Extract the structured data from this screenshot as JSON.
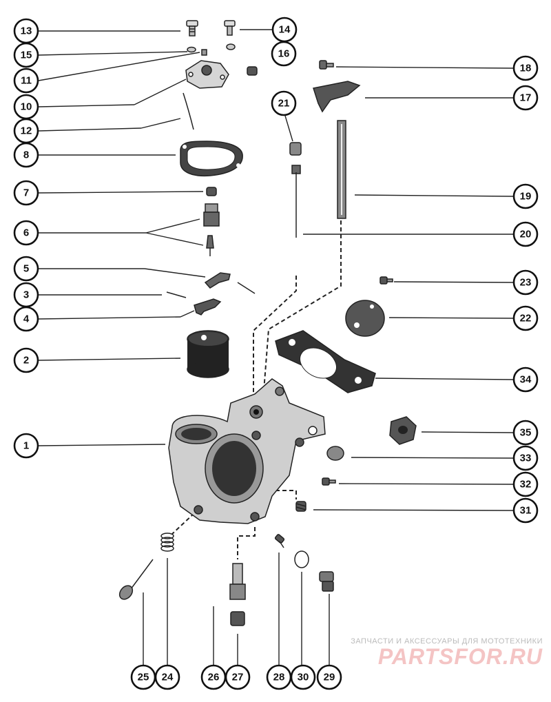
{
  "watermark": {
    "subtitle": "ЗАПЧАСТИ И АКСЕССУАРЫ ДЛЯ МОТОТЕХНИКИ",
    "logo": "PARTSFOR.RU"
  },
  "callouts": [
    "13",
    "14",
    "15",
    "16",
    "11",
    "10",
    "12",
    "18",
    "17",
    "21",
    "8",
    "7",
    "19",
    "6",
    "20",
    "5",
    "23",
    "3",
    "4",
    "22",
    "2",
    "34",
    "1",
    "35",
    "33",
    "32",
    "31",
    "25",
    "24",
    "26",
    "27",
    "28",
    "30",
    "29"
  ]
}
